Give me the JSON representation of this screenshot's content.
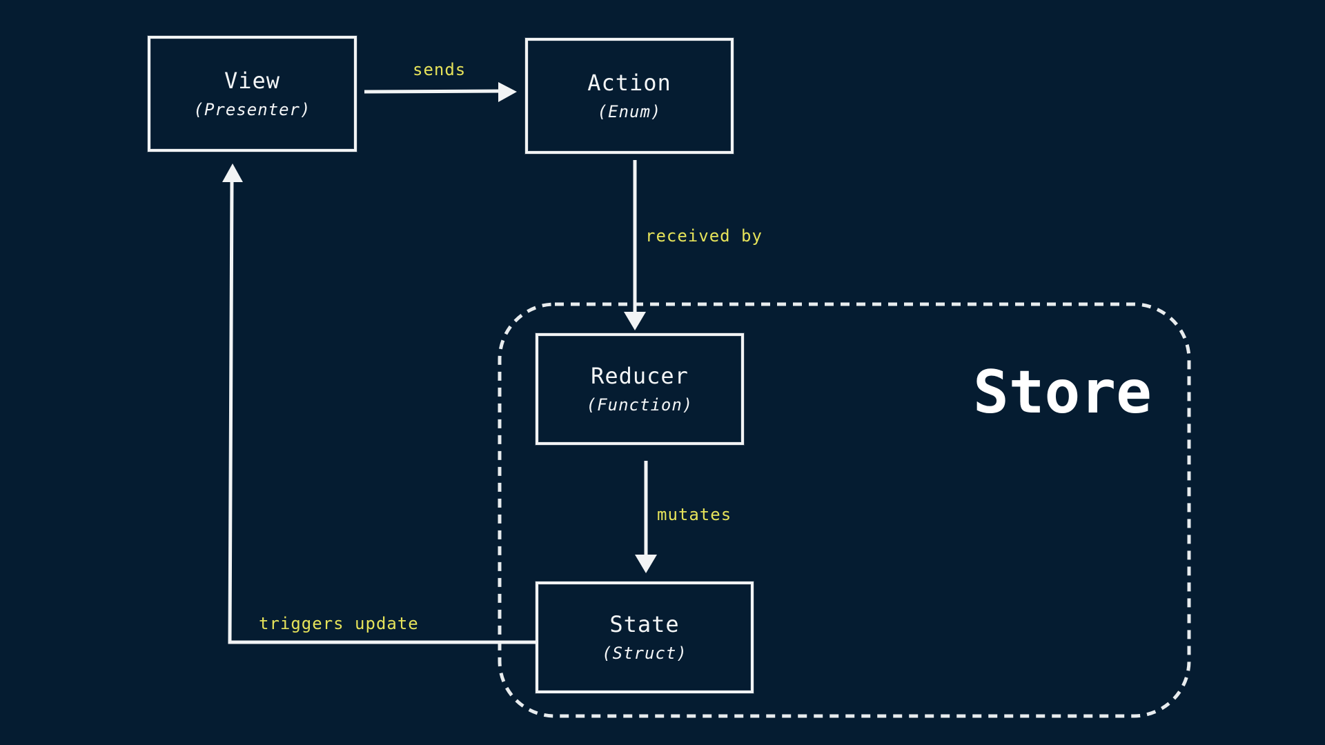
{
  "nodes": {
    "view": {
      "title": "View",
      "subtitle": "(Presenter)"
    },
    "action": {
      "title": "Action",
      "subtitle": "(Enum)"
    },
    "reducer": {
      "title": "Reducer",
      "subtitle": "(Function)"
    },
    "state": {
      "title": "State",
      "subtitle": "(Struct)"
    }
  },
  "edges": {
    "sends": "sends",
    "received_by": "received by",
    "mutates": "mutates",
    "triggers_update": "triggers update"
  },
  "group": {
    "store": "Store"
  },
  "colors": {
    "background": "#051c31",
    "lines": "#f2f4f5",
    "edge_labels": "#e6e35a"
  }
}
